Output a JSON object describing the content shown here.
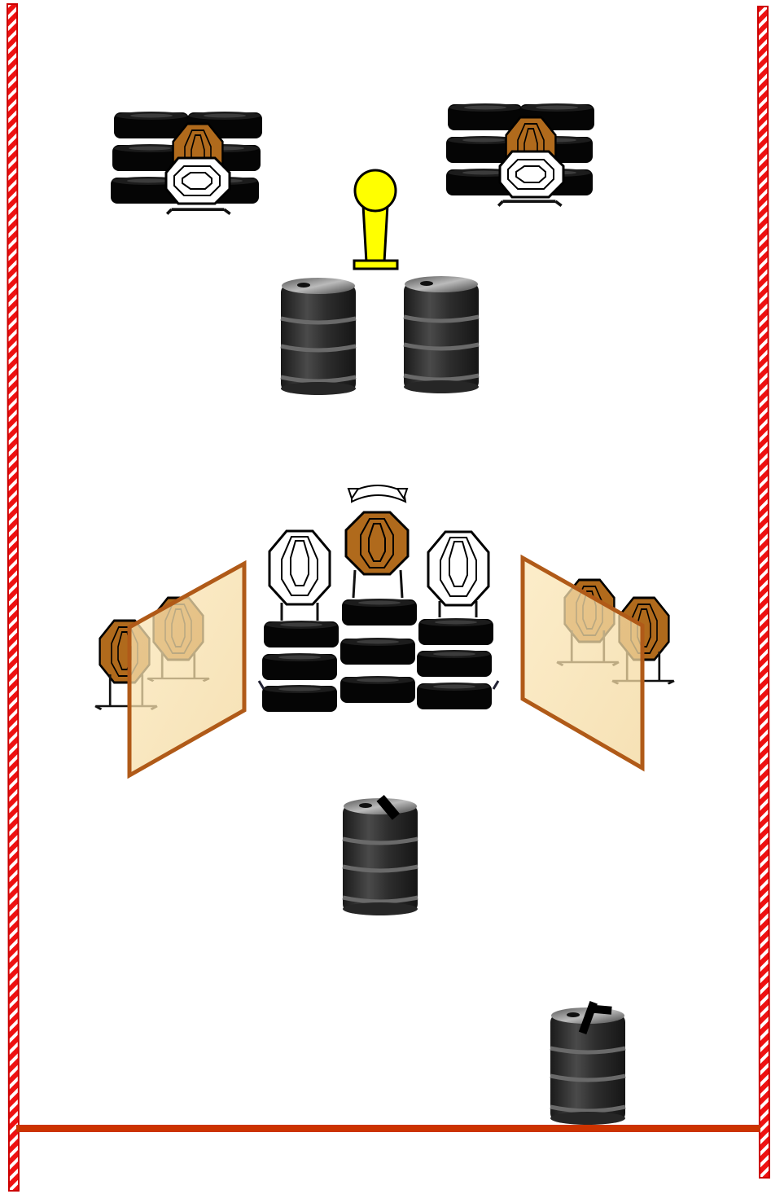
{
  "diagram": {
    "kind": "shooting stage layout",
    "colors": {
      "boundary_red": "#ee1111",
      "boundary_white": "#ffffff",
      "fault_line": "#cc3300",
      "tire": "#050505",
      "barrel_body": "#2f2f2f",
      "barrel_ring": "#6a6a6a",
      "steel_target": "#b06a1c",
      "paper_target": "#ffffff",
      "hard_cover": "#f6deaa",
      "hard_cover_edge": "#b05a18",
      "start_marker": "#ffff00",
      "stand_leg": "#101020"
    },
    "elements": [
      "side-boundary-left",
      "side-boundary-right",
      "fault-line",
      "tire-stack-far-left",
      "tire-stack-far-right",
      "start-position-marker",
      "barrel-left",
      "barrel-right",
      "popper-swinger-target",
      "paper-target-left",
      "paper-target-right",
      "center-tire-stacks",
      "hard-cover-panel-left",
      "hard-cover-panel-right",
      "steel-targets-behind-left-panel",
      "steel-targets-behind-right-panel",
      "barrel-with-magazine",
      "barrel-with-pistol"
    ],
    "icons": [
      "pistol-icon",
      "magazine-icon",
      "rotation-arrow-icon"
    ]
  }
}
